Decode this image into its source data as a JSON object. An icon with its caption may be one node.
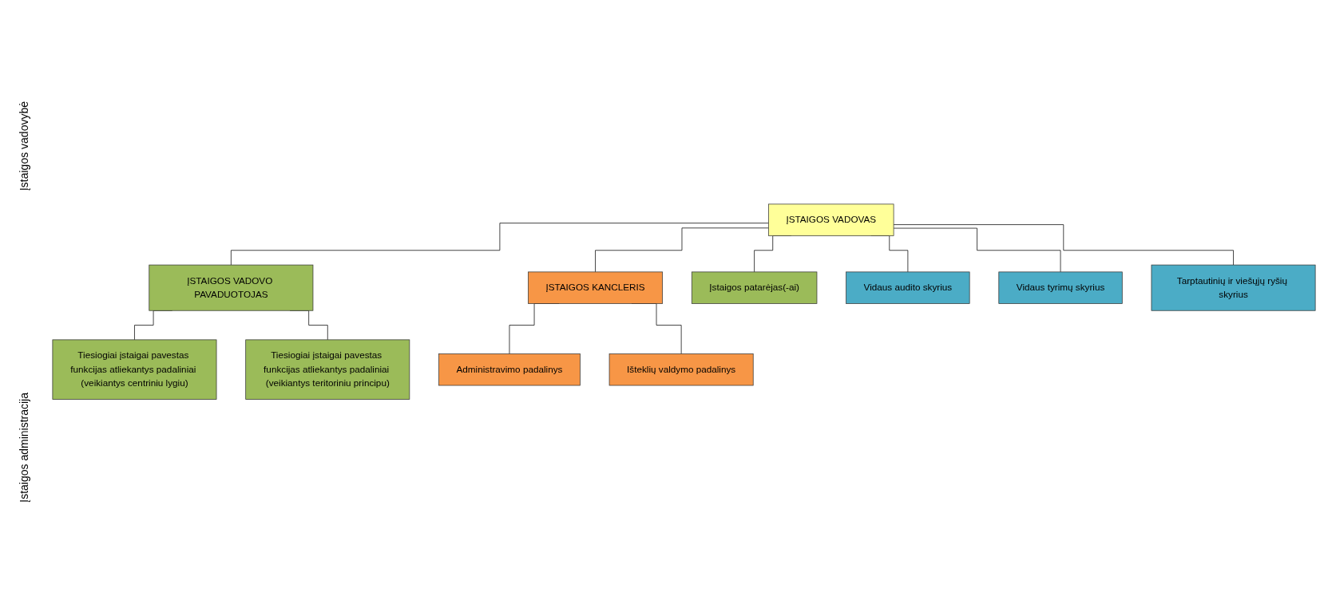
{
  "diagram": {
    "nodes": [
      {
        "text": [
          "ĮSTAIGOS VADOVAS"
        ]
      },
      {
        "text": [
          "ĮSTAIGOS VADOVO PAVADUOTOJAS"
        ]
      },
      {
        "text": [
          "ĮSTAIGOS KANCLERIS"
        ]
      },
      {
        "text": [
          "Įstaigos patarėjas(-ai)"
        ]
      },
      {
        "text": [
          "Tiesiogiai įstaigai pavestas funkcijas atliekantys padaliniai (veikiantys centriniu lygiu)"
        ]
      },
      {
        "text": [
          "Tiesiogiai įstaigai pavestas funkcijas atliekantys padaliniai (veikiantys teritoriniu principu)"
        ]
      },
      {
        "text": [
          "Administravimo padalinys"
        ]
      },
      {
        "text": [
          "Išteklių valdymo padalinys"
        ]
      },
      {
        "text": [
          "Vidaus audito skyrius"
        ]
      },
      {
        "text": [
          "Vidaus tyrimų skyrius"
        ]
      },
      {
        "text": [
          "Tarptautinių ir viešųjų ryšių skyrius"
        ]
      }
    ],
    "edges": [
      {
        "from": 0,
        "to": 1,
        "arrow": "none"
      },
      {
        "from": 0,
        "to": 2,
        "arrow": "none"
      },
      {
        "from": 0,
        "to": 3,
        "arrow": "none"
      },
      {
        "from": 0,
        "to": 8,
        "arrow": "none"
      },
      {
        "from": 0,
        "to": 9,
        "arrow": "none"
      },
      {
        "from": 0,
        "to": 10,
        "arrow": "none"
      },
      {
        "from": 1,
        "to": 4,
        "arrow": "none"
      },
      {
        "from": 1,
        "to": 5,
        "arrow": "none"
      },
      {
        "from": 2,
        "to": 6,
        "arrow": "none"
      },
      {
        "from": 2,
        "to": 7,
        "arrow": "none"
      }
    ],
    "labels": [
      "Įstaigos vadovybė",
      "Įstaigos administracija"
    ]
  }
}
